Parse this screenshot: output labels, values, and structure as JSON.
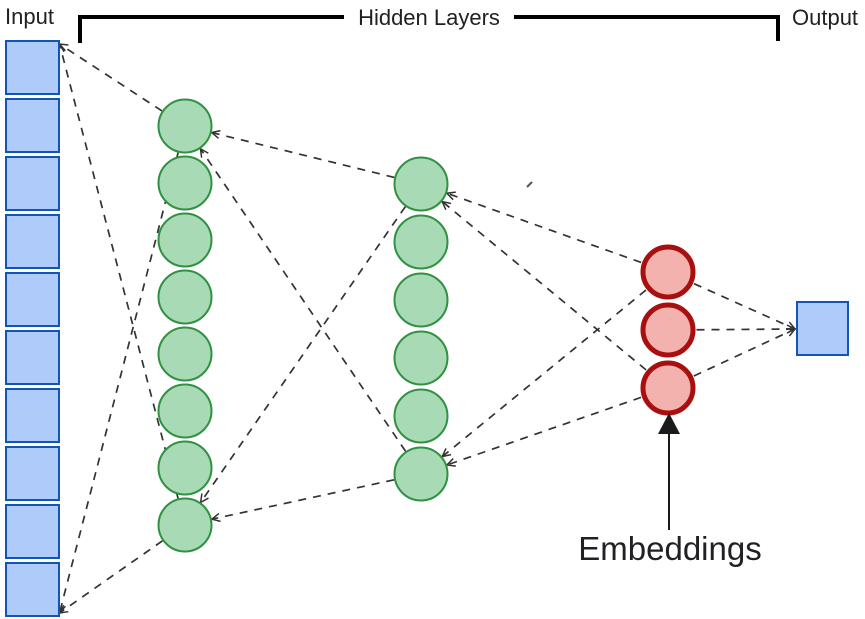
{
  "labels": {
    "input": "Input",
    "hidden_layers": "Hidden Layers",
    "output": "Output",
    "embeddings": "Embeddings"
  },
  "colors": {
    "input_fill": "#AECBFA",
    "input_stroke": "#1254B8",
    "hidden_fill": "#A8DAB5",
    "hidden_stroke": "#2F9141",
    "embedding_fill": "#F3B2AE",
    "embedding_stroke": "#AA0F0F",
    "output_fill": "#AECBFA",
    "output_stroke": "#1254B8",
    "connector": "#333333",
    "bracket": "#000000",
    "text": "#202124",
    "callout_arrow": "#1a1a1a"
  },
  "network": {
    "input_nodes": 10,
    "hidden_layer_1_nodes": 8,
    "hidden_layer_2_nodes": 6,
    "embedding_nodes": 3,
    "output_nodes": 1
  },
  "edges": [
    {
      "from": "h1-0",
      "to": "input-top-corner",
      "arrow": "to"
    },
    {
      "from": "h1-7",
      "to": "input-top-corner",
      "arrow": "to"
    },
    {
      "from": "h1-0",
      "to": "input-bottom-corner",
      "arrow": "to"
    },
    {
      "from": "h1-7",
      "to": "input-bottom-corner",
      "arrow": "to"
    },
    {
      "from": "h2-0",
      "to": "h1-0",
      "arrow": "to"
    },
    {
      "from": "h2-5",
      "to": "h1-0",
      "arrow": "to"
    },
    {
      "from": "h2-0",
      "to": "h1-7",
      "arrow": "to"
    },
    {
      "from": "h2-5",
      "to": "h1-7",
      "arrow": "to"
    },
    {
      "from": "e-0",
      "to": "h2-0",
      "arrow": "to"
    },
    {
      "from": "e-2",
      "to": "h2-0",
      "arrow": "to"
    },
    {
      "from": "e-0",
      "to": "h2-5",
      "arrow": "to"
    },
    {
      "from": "e-2",
      "to": "h2-5",
      "arrow": "to"
    },
    {
      "from": "e-0",
      "to": "output",
      "arrow": "to"
    },
    {
      "from": "e-1",
      "to": "output",
      "arrow": "to"
    },
    {
      "from": "e-2",
      "to": "output",
      "arrow": "to"
    }
  ]
}
